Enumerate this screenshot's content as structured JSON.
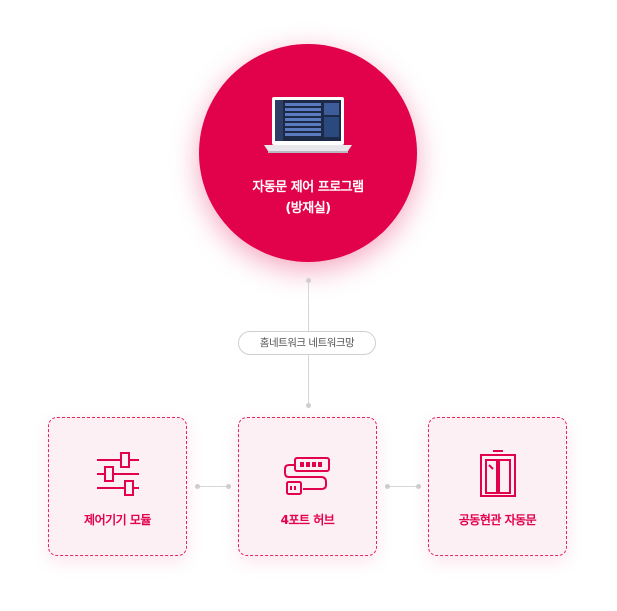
{
  "center": {
    "title_line1": "자동문 제어 프로그램",
    "title_line2": "(방재실)",
    "icon": "laptop-icon"
  },
  "network": {
    "label": "홈네트워크 네트워크망"
  },
  "modules": [
    {
      "label": "제어기기 모듈",
      "icon": "sliders-icon"
    },
    {
      "label": "4포트 허브",
      "icon": "usb-hub-icon"
    },
    {
      "label": "공동현관 자동문",
      "icon": "door-icon"
    }
  ],
  "colors": {
    "accent": "#e2014b",
    "box_bg": "#fdf0f4",
    "connector": "#d7d7d7"
  }
}
